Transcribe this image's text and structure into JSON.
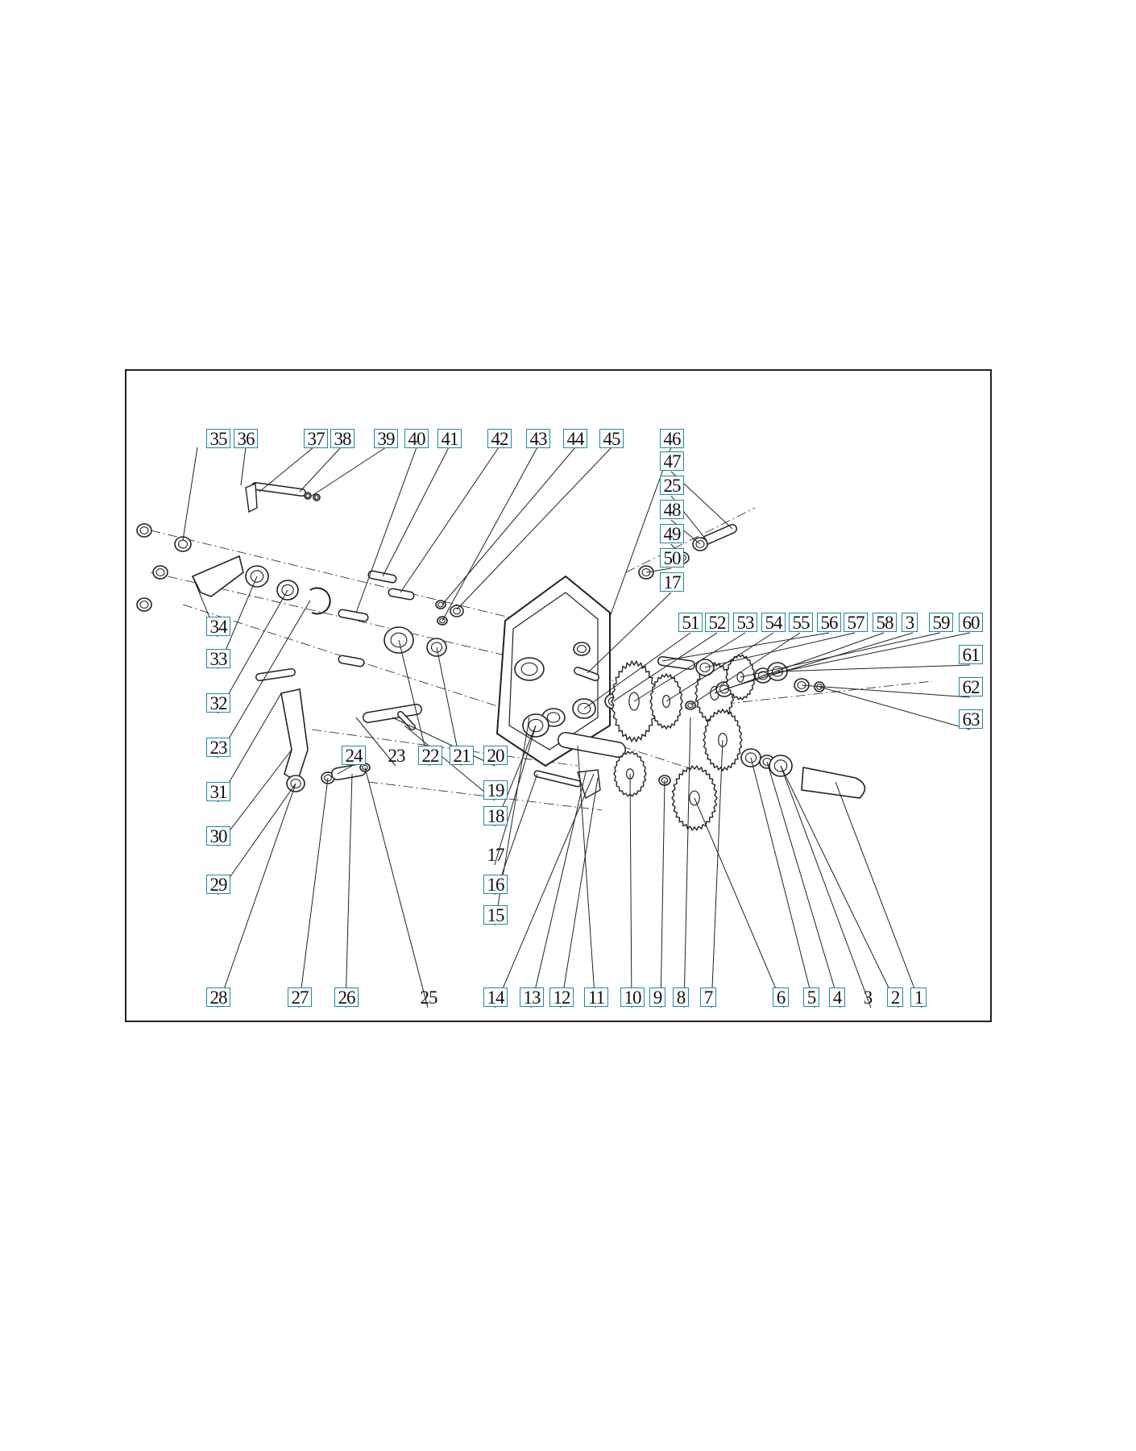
{
  "diagram": {
    "top_labels": [
      {
        "text": "35",
        "boxed": true
      },
      {
        "text": "36",
        "boxed": true
      },
      {
        "text": "37",
        "boxed": true
      },
      {
        "text": "38",
        "boxed": true
      },
      {
        "text": "39",
        "boxed": true
      },
      {
        "text": "40",
        "boxed": true
      },
      {
        "text": "41",
        "boxed": true
      },
      {
        "text": "42",
        "boxed": true
      },
      {
        "text": "43",
        "boxed": true
      },
      {
        "text": "44",
        "boxed": true
      },
      {
        "text": "45",
        "boxed": true
      },
      {
        "text": "46",
        "boxed": true
      }
    ],
    "right_column_labels": [
      {
        "text": "47",
        "boxed": true
      },
      {
        "text": "25",
        "boxed": true
      },
      {
        "text": "48",
        "boxed": true
      },
      {
        "text": "49",
        "boxed": true
      },
      {
        "text": "50",
        "boxed": true
      },
      {
        "text": "17",
        "boxed": true
      }
    ],
    "middle_row_labels": [
      {
        "text": "51",
        "boxed": true
      },
      {
        "text": "52",
        "boxed": true
      },
      {
        "text": "53",
        "boxed": true
      },
      {
        "text": "54",
        "boxed": true
      },
      {
        "text": "55",
        "boxed": true
      },
      {
        "text": "56",
        "boxed": true
      },
      {
        "text": "57",
        "boxed": true
      },
      {
        "text": "58",
        "boxed": true
      },
      {
        "text": "3",
        "boxed": true
      },
      {
        "text": "59",
        "boxed": true
      },
      {
        "text": "60",
        "boxed": true
      }
    ],
    "far_right_labels": [
      {
        "text": "61",
        "boxed": true
      },
      {
        "text": "62",
        "boxed": true
      },
      {
        "text": "63",
        "boxed": true
      }
    ],
    "left_column_labels": [
      {
        "text": "34",
        "boxed": true
      },
      {
        "text": "33",
        "boxed": true
      },
      {
        "text": "32",
        "boxed": true
      },
      {
        "text": "23",
        "boxed": true
      },
      {
        "text": "31",
        "boxed": true
      },
      {
        "text": "30",
        "boxed": true
      },
      {
        "text": "29",
        "boxed": true
      }
    ],
    "inner_labels": [
      {
        "text": "24",
        "boxed": true
      },
      {
        "text": "23",
        "boxed": false
      },
      {
        "text": "22",
        "boxed": true
      },
      {
        "text": "21",
        "boxed": true
      },
      {
        "text": "20",
        "boxed": true
      },
      {
        "text": "19",
        "boxed": true
      },
      {
        "text": "18",
        "boxed": true
      },
      {
        "text": "17",
        "boxed": false
      },
      {
        "text": "16",
        "boxed": true
      },
      {
        "text": "15",
        "boxed": true
      }
    ],
    "bottom_labels": [
      {
        "text": "28",
        "boxed": true
      },
      {
        "text": "27",
        "boxed": true
      },
      {
        "text": "26",
        "boxed": true
      },
      {
        "text": "25",
        "boxed": false
      },
      {
        "text": "14",
        "boxed": true
      },
      {
        "text": "13",
        "boxed": true
      },
      {
        "text": "12",
        "boxed": true
      },
      {
        "text": "11",
        "boxed": true
      },
      {
        "text": "10",
        "boxed": true
      },
      {
        "text": "9",
        "boxed": true
      },
      {
        "text": "8",
        "boxed": true
      },
      {
        "text": "7",
        "boxed": true
      },
      {
        "text": "6",
        "boxed": true
      },
      {
        "text": "5",
        "boxed": true
      },
      {
        "text": "4",
        "boxed": true
      },
      {
        "text": "3",
        "boxed": false
      },
      {
        "text": "2",
        "boxed": true
      },
      {
        "text": "1",
        "boxed": true
      }
    ],
    "colors": {
      "line": "#222222",
      "label_box": "#1a8aa5",
      "text": "#111111"
    }
  }
}
